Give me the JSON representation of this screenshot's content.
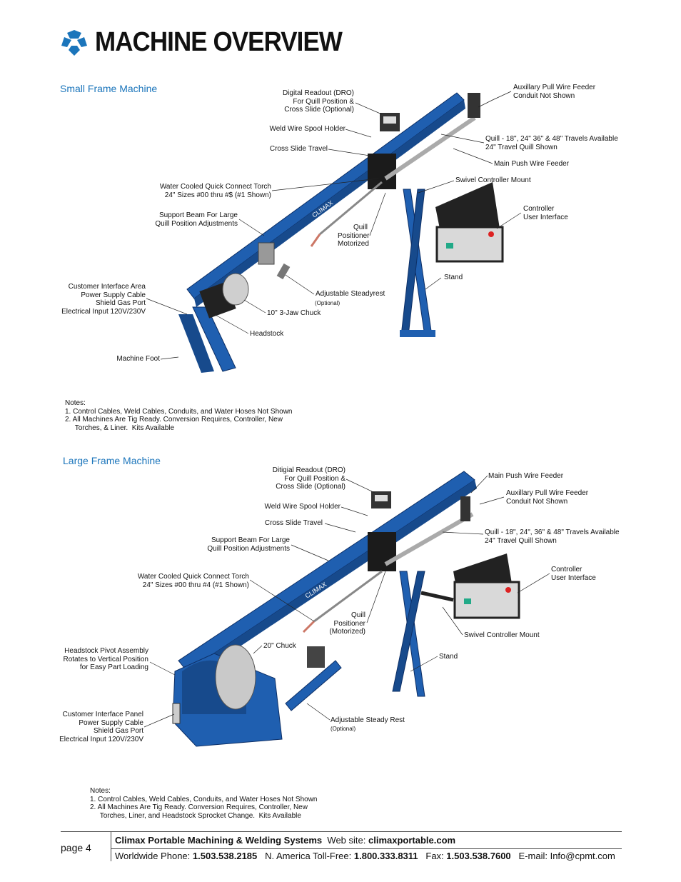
{
  "page_title": "MACHINE OVERVIEW",
  "small_frame": {
    "heading": "Small Frame Machine",
    "labels": {
      "dro": [
        "Digital Readout (DRO)",
        "For Quill Position &",
        "Cross Slide (Optional)"
      ],
      "aux_feeder": [
        "Auxillary Pull Wire Feeder",
        "Conduit Not Shown"
      ],
      "spool_holder": "Weld Wire Spool Holder",
      "cross_slide": "Cross Slide Travel",
      "quill": [
        "Quill - 18\", 24\" 36\" & 48\" Travels Available",
        "24\" Travel Quill Shown"
      ],
      "main_feeder": "Main Push Wire Feeder",
      "swivel_mount": "Swivel Controller Mount",
      "torch": [
        "Water Cooled Quick Connect Torch",
        "24\" Sizes #00 thru #$ (#1 Shown)"
      ],
      "support_beam": [
        "Support Beam For Large",
        "Quill Position Adjustments"
      ],
      "controller": [
        "Controller",
        "User Interface"
      ],
      "quill_positioner": [
        "Quill",
        "Positioner",
        "Motorized"
      ],
      "stand": "Stand",
      "customer_interface": [
        "Customer Interface Area",
        "Power Supply Cable",
        "Shield Gas Port",
        "Electrical Input 120V/230V"
      ],
      "steadyrest": "Adjustable Steadyrest",
      "steadyrest_note": "(Optional)",
      "chuck": "10\" 3-Jaw Chuck",
      "headstock": "Headstock",
      "foot": "Machine Foot"
    },
    "notes": [
      "Notes:",
      "1.  Control Cables, Weld Cables, Conduits, and Water Hoses Not Shown",
      "2.  All Machines Are Tig Ready.  Conversion Requires, Controller, New",
      "     Torches, & Liner.  Kits Available"
    ]
  },
  "large_frame": {
    "heading": "Large Frame Machine",
    "labels": {
      "dro": [
        "Ditigial Readout (DRO)",
        "For Quill Position &",
        "Cross Slide (Optional)"
      ],
      "main_feeder": "Main Push Wire Feeder",
      "aux_feeder": [
        "Auxillary Pull Wire Feeder",
        "Conduit Not Shown"
      ],
      "spool_holder": "Weld Wire Spool Holder",
      "cross_slide": "Cross Slide Travel",
      "support_beam": [
        "Support Beam For Large",
        "Quill Position Adjustments"
      ],
      "quill": [
        "Quill - 18\", 24\", 36\" & 48\" Travels Available",
        "24\" Travel Quill Shown"
      ],
      "controller": [
        "Controller",
        "User Interface"
      ],
      "torch": [
        "Water Cooled Quick Connect Torch",
        "24\" Sizes #00 thru #4 (#1 Shown)"
      ],
      "quill_positioner": [
        "Quill",
        "Positioner",
        "(Motorized)"
      ],
      "swivel_mount": "Swivel Controller Mount",
      "chuck": "20\" Chuck",
      "stand": "Stand",
      "headstock_pivot": [
        "Headstock Pivot Assembly",
        "Rotates to Vertical Position",
        "for Easy Part Loading"
      ],
      "customer_interface": [
        "Customer Interface Panel",
        "Power Supply Cable",
        "Shield Gas Port",
        "Electrical Input 120V/230V"
      ],
      "steadyrest": "Adjustable Steady Rest",
      "steadyrest_note": "(Optional)"
    },
    "notes": [
      "Notes:",
      "1.  Control Cables, Weld Cables, Conduits, and Water Hoses Not Shown",
      "2.  All Machines Are Tig Ready.  Conversion Requires, Controller, New",
      "     Torches, Liner, and Headstock Sprocket Change.  Kits Available"
    ]
  },
  "footer": {
    "page": "page 4",
    "company": "Climax Portable Machining & Welding Systems",
    "website_label": "Web site:",
    "website": "climaxportable.com",
    "phone_label": "Worldwide Phone:",
    "phone": "1.503.538.2185",
    "tollfree_label": "N. America Toll-Free:",
    "tollfree": "1.800.333.8311",
    "fax_label": "Fax:",
    "fax": "1.503.538.7600",
    "email_label": "E-mail:",
    "email": "Info@cpmt.com"
  },
  "colors": {
    "accent": "#1b75bb",
    "machine_blue": "#1f5fb0",
    "dark": "#222222"
  }
}
